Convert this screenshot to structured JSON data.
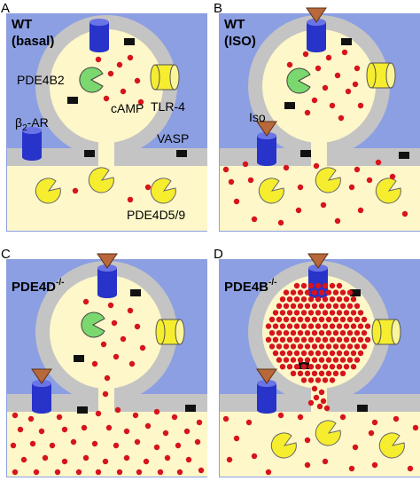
{
  "figure": {
    "panels": [
      {
        "letter": "A",
        "title_line1": "WT",
        "title_line2": "(basal)",
        "labels": {
          "pde4b2": "PDE4B2",
          "tlr4": "TLR-4",
          "camp": "cAMP",
          "beta2ar_main": "β",
          "beta2ar_sub": "2",
          "beta2ar_rest": "-AR",
          "vasp": "VASP",
          "pde4d59": "PDE4D5/9"
        }
      },
      {
        "letter": "B",
        "title_line1": "WT",
        "title_line2": "(ISO)",
        "labels": {
          "iso": "Iso"
        }
      },
      {
        "letter": "C",
        "title_main": "PDE4D",
        "title_sup": "-/-"
      },
      {
        "letter": "D",
        "title_main": "PDE4B",
        "title_sup": "-/-"
      }
    ],
    "colors": {
      "background": "#8c9fe2",
      "membrane": "#c4c4c4",
      "cytoplasm": "#fdf7c9",
      "camp": "#d6141c",
      "pde4b2": "#7ad86e",
      "pde4d": "#f6ed2e",
      "receptor": "#2733c9",
      "tlr4": "#f6ed2e",
      "iso_ligand": "#b8683a",
      "vasp": "#111111"
    },
    "icons": [
      "receptor-icon",
      "iso-ligand-icon",
      "pde4b2-pacman-icon",
      "pde4d-pacman-icon",
      "tlr4-channel-icon",
      "vasp-marker-icon",
      "camp-dot-icon"
    ]
  }
}
